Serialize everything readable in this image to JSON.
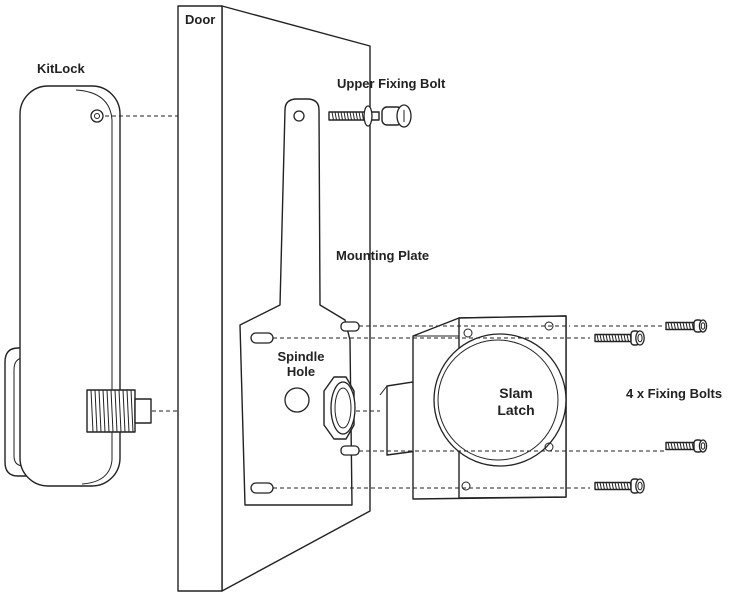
{
  "diagram": {
    "labels": {
      "door": "Door",
      "kitlock": "KitLock",
      "upper_fixing_bolt": "Upper Fixing Bolt",
      "mounting_plate": "Mounting Plate",
      "spindle_hole_line1": "Spindle",
      "spindle_hole_line2": "Hole",
      "slam_latch_line1": "Slam",
      "slam_latch_line2": "Latch",
      "fixing_bolts": "4 x Fixing Bolts"
    },
    "colors": {
      "line": "#222222",
      "background": "#ffffff"
    },
    "icons": [
      "kitlock-body",
      "door-panel",
      "mounting-plate",
      "spindle-nut",
      "slam-latch",
      "fixing-bolt"
    ]
  }
}
